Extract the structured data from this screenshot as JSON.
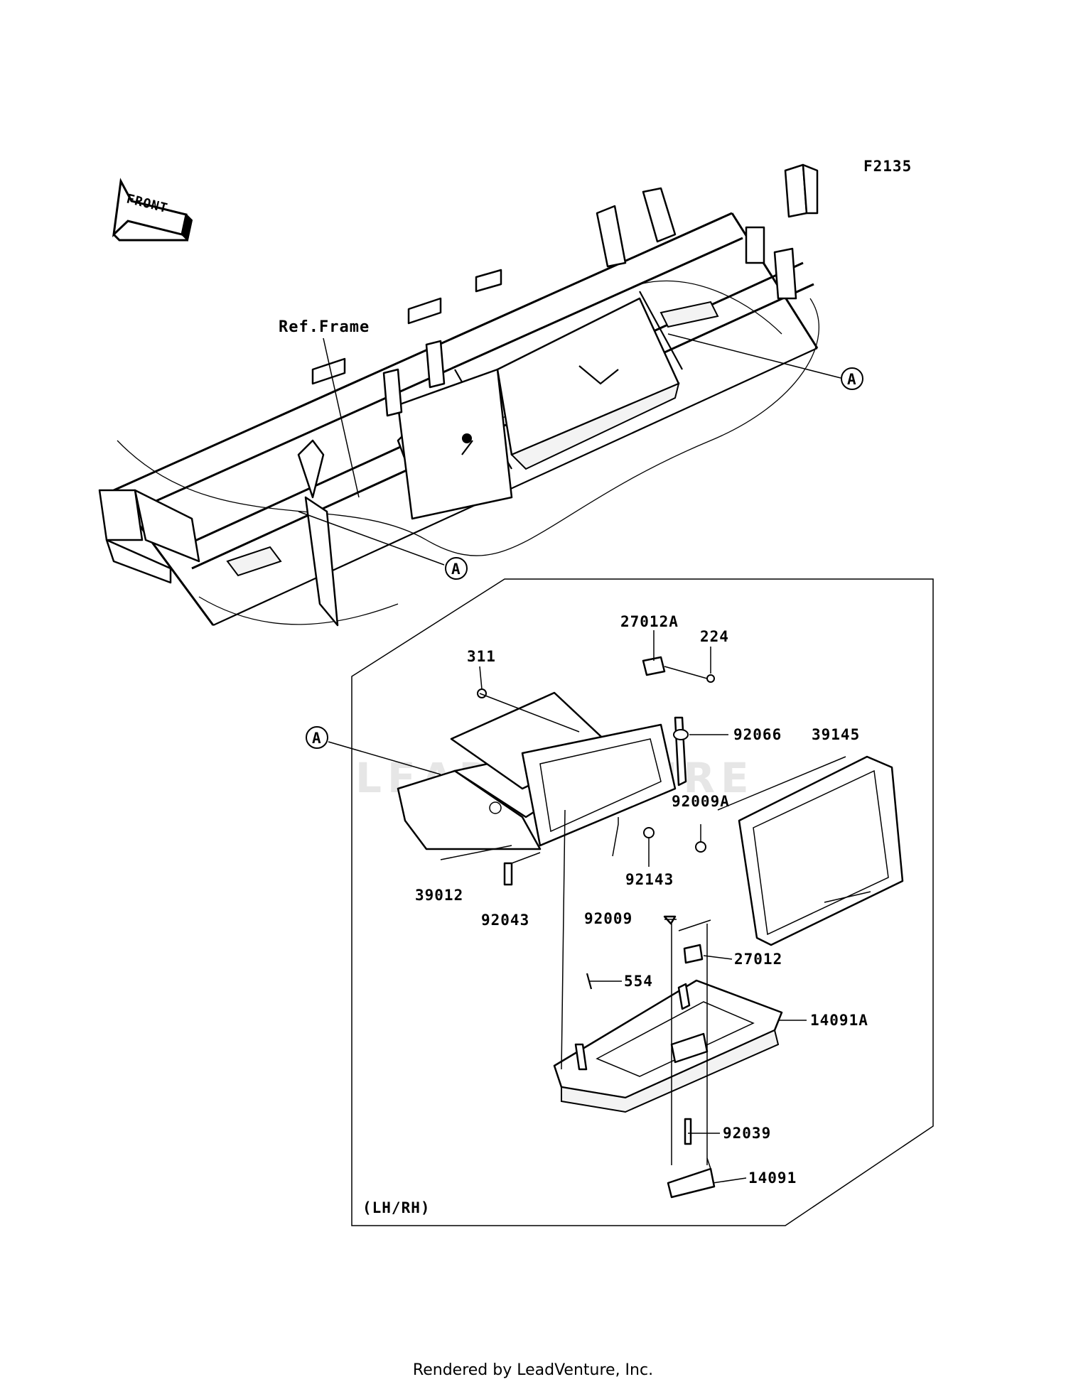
{
  "diagram": {
    "code": "F2135",
    "front_label": "FRONT",
    "ref_frame_label": "Ref.Frame",
    "callout_a": "A",
    "variant_label": "(LH/RH)",
    "parts": [
      {
        "number": "27012A"
      },
      {
        "number": "224"
      },
      {
        "number": "311"
      },
      {
        "number": "92066"
      },
      {
        "number": "39145"
      },
      {
        "number": "92009A"
      },
      {
        "number": "92143"
      },
      {
        "number": "39012"
      },
      {
        "number": "92043"
      },
      {
        "number": "92009"
      },
      {
        "number": "27012"
      },
      {
        "number": "554"
      },
      {
        "number": "14091A"
      },
      {
        "number": "92039"
      },
      {
        "number": "14091"
      }
    ]
  },
  "watermark": "LEADVENTURE",
  "footer": {
    "rendered_by": "Rendered by LeadVenture, Inc."
  }
}
